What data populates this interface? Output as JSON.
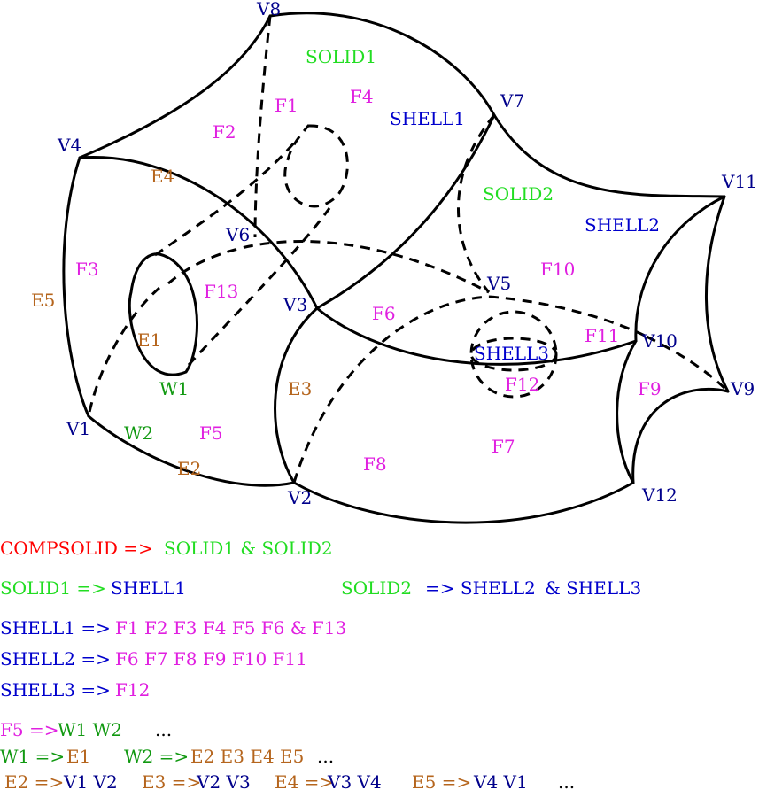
{
  "colors": {
    "vertex": "#00008b",
    "face": "#e020e0",
    "edge": "#b5651d",
    "solid": "#22dd22",
    "wire": "#119911",
    "shell": "#0000cc",
    "compsolid": "#ff0000",
    "ellipsis": "#000000"
  },
  "diagram": {
    "vertices": [
      "V1",
      "V2",
      "V3",
      "V4",
      "V5",
      "V6",
      "V7",
      "V8",
      "V9",
      "V10",
      "V11",
      "V12"
    ],
    "faces": [
      "F1",
      "F2",
      "F3",
      "F4",
      "F5",
      "F6",
      "F7",
      "F8",
      "F9",
      "F10",
      "F11",
      "F12",
      "F13"
    ],
    "edges": [
      "E1",
      "E2",
      "E3",
      "E4",
      "E5"
    ],
    "wires": [
      "W1",
      "W2"
    ],
    "solids": [
      "SOLID1",
      "SOLID2"
    ],
    "shells": [
      "SHELL1",
      "SHELL2",
      "SHELL3"
    ]
  },
  "legend": {
    "l1": {
      "compsolid": "COMPSOLID =>",
      "solids": "SOLID1 & SOLID2"
    },
    "l2": {
      "s1": "SOLID1 =>",
      "shell1": "SHELL1",
      "s2": "SOLID2",
      "arrow": "=> SHELL2",
      "shell3": "& SHELL3"
    },
    "l3": {
      "shell": "SHELL1 =>",
      "faces": "F1 F2 F3 F4 F5 F6  & F13"
    },
    "l4": {
      "shell": "SHELL2 =>",
      "faces": "F6 F7 F8 F9 F10 F11"
    },
    "l5": {
      "shell": "SHELL3 =>",
      "faces": "F12"
    },
    "l6": {
      "face": "F5 =>",
      "wires": "W1  W2",
      "more": "..."
    },
    "l7": {
      "w1": "W1 =>",
      "e1": "E1",
      "w2": "W2 =>",
      "edges": "E2 E3 E4 E5",
      "more": "..."
    },
    "l8": {
      "e2": "E2 =>",
      "e2v": "V1 V2",
      "e3": "E3 =>",
      "e3v": "V2 V3",
      "e4": "E4 =>",
      "e4v": "V3 V4",
      "e5": "E5 =>",
      "e5v": "V4 V1",
      "more": "..."
    }
  }
}
